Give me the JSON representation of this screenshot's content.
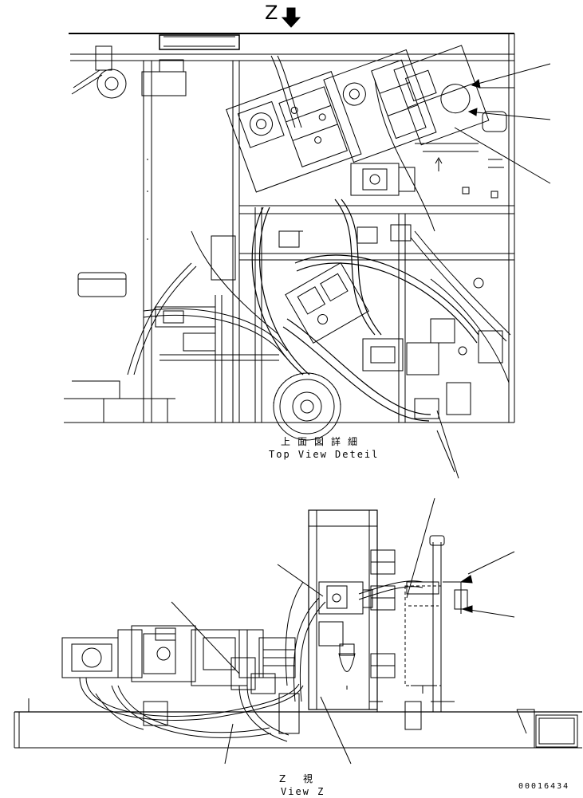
{
  "view_marker": {
    "letter": "Z",
    "arrow_icon": "down-arrow-icon"
  },
  "top_view": {
    "caption_jp": "上面図詳細",
    "caption_en": "Top View Deteil"
  },
  "bottom_view": {
    "caption_jp": "Z 視",
    "caption_en": "View Z"
  },
  "drawing_number": "00016434",
  "line_color": "#000000",
  "background_color": "#ffffff"
}
